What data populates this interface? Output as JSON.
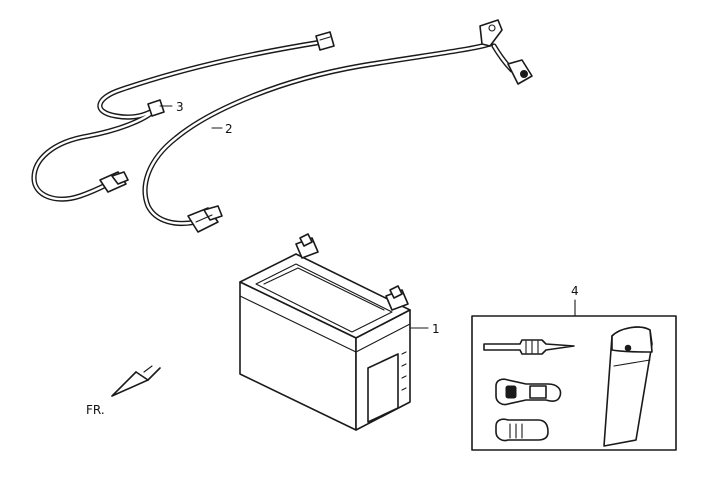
{
  "callouts": {
    "battery": "1",
    "cable_main": "2",
    "cable_secondary": "3",
    "tool_kit": "4"
  },
  "direction_label": "FR."
}
